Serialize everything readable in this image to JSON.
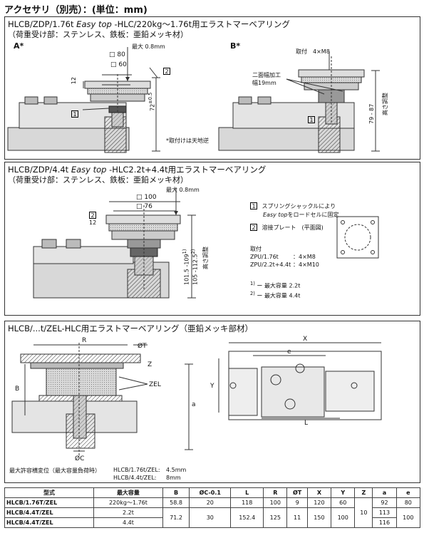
{
  "page_title": "アクセサリ（別売）：(単位：mm)",
  "sec1": {
    "title_pre": "HLCB/ZDP/1.76t ",
    "title_italic": "Easy top",
    "title_post": " -HLC/220kg～1.76t用エラストマーベアリング",
    "subtitle": "（荷重受け部：ステンレス、鉄板：亜鉛メッキ材）",
    "label_a": "A",
    "label_b": "B",
    "max_gap": "最大 0.8mm",
    "sq80": "□ 80",
    "sq60": "□ 60",
    "dim12": "12",
    "dim72": "72",
    "dim72_tol": "±0.5",
    "tapped": "取付　4×M8",
    "flat_1": "二面幅加工",
    "flat_2": "幅19mm",
    "dim79_87": "79 - 87",
    "height_adj": "高さ調整",
    "note": "*取付けは天地逆",
    "num1": "1",
    "num2": "2"
  },
  "sec2": {
    "title_pre": "HLCB/ZDP/4.4t ",
    "title_italic": "Easy top",
    "title_post": " -HLC2.2t+4.4t用エラストマーベアリング",
    "subtitle": "（荷重受け部：ステンレス、鉄板：亜鉛メッキ材）",
    "max_gap": "最大 0.8mm",
    "sq100": "□ 100",
    "sq76": "□ 76",
    "dim12": "12",
    "dim101": "101.5 -109",
    "dim105": "105 -112.5",
    "sup1": "1)",
    "sup2": "2)",
    "height_adj": "高さ調整",
    "legend1_a": "スプリングシャックルにより",
    "legend1_b_italic": "Easy top",
    "legend1_b_rest": "をロードセルに固定",
    "legend2": "溶接プレート　(平面図)",
    "mount_title": "取付",
    "mount_1_model": "ZPU/1.76t",
    "mount_1_val": "：4×M8",
    "mount_2_model": "ZPU/2.2t+4.4t",
    "mount_2_val": "：4×M10",
    "foot1": "最大容量 2.2t",
    "foot2": "最大容量 4.4t",
    "num1": "1",
    "num2": "2"
  },
  "sec3": {
    "title": "HLCB/...t/ZEL-HLC用エラストマーベアリング（亜鉛メッキ部材）",
    "R": "R",
    "T": "ØT",
    "Z": "Z",
    "B": "B",
    "ZEL": "ZEL",
    "a": "a",
    "C": "ØC",
    "X": "X",
    "e": "e",
    "Y": "Y",
    "L": "L",
    "disp_label": "最大許容横変位（最大容量負荷時）",
    "disp_1_model": "HLCB/1.76t/ZEL:",
    "disp_1_val": "4.5mm",
    "disp_2_model": "HLCB/4.4t/ZEL:",
    "disp_2_val": "8mm"
  },
  "table": {
    "headers": [
      "型式",
      "最大容量",
      "B",
      "ØC-0.1",
      "L",
      "R",
      "ØT",
      "X",
      "Y",
      "Z",
      "a",
      "e"
    ],
    "rows": [
      {
        "model": "HLCB/1.76T/ZEL",
        "cap": "220kg～1.76t",
        "B": "58.8",
        "C": "20",
        "L": "118",
        "R": "100",
        "T": "9",
        "X": "120",
        "Y": "60",
        "a": "92",
        "e": "80"
      },
      {
        "model": "HLCB/4.4T/ZEL",
        "cap": "2.2t",
        "B": "71.2",
        "C": "30",
        "L": "152.4",
        "R": "125",
        "T": "11",
        "X": "150",
        "Y": "100",
        "a": "113",
        "e": "100"
      },
      {
        "model": "HLCB/4.4T/ZEL",
        "cap": "4.4t",
        "a": "116"
      }
    ],
    "Z_merged": "10"
  }
}
